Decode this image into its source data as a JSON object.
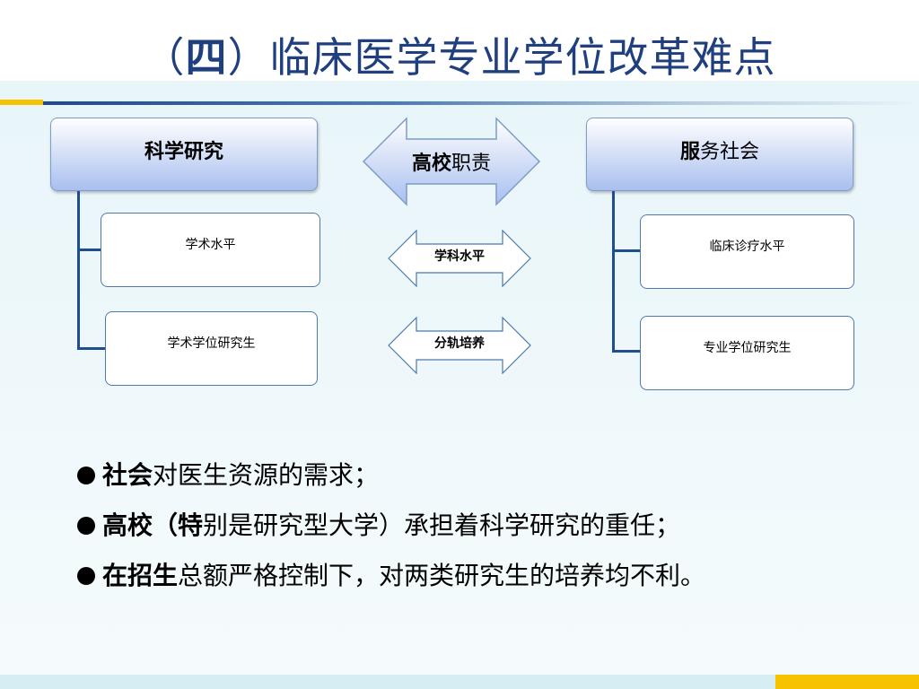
{
  "slide": {
    "title_open": "（",
    "title_bold": "四",
    "title_rest": "）临床医学专业学位改革难点"
  },
  "diagram": {
    "left_header": "科学研究",
    "left_items": [
      "学术水平",
      "学术学位研究生"
    ],
    "right_header_bold": "服",
    "right_header_rest": "务社会",
    "right_items": [
      "临床诊疗水平",
      "专业学位研究生"
    ],
    "center_main_bold": "高校",
    "center_main_rest": "职责",
    "center_arrows": [
      "学科水平",
      "分轨培养"
    ]
  },
  "bullets": [
    {
      "bold": "社会",
      "rest": "对医生资源的需求；"
    },
    {
      "bold": "高校（特",
      "rest": "别是研究型大学）承担着科学研究的重任；"
    },
    {
      "bold": "在招生",
      "rest": "总额严格控制下，对两类研究生的培养均不利。"
    }
  ],
  "colors": {
    "title": "#1f3f7f",
    "accent_yellow": "#f7c300",
    "header_gradient_end": "#a9bff0",
    "connector": "#1f4e8c",
    "arrow_border": "#4d78b0"
  }
}
